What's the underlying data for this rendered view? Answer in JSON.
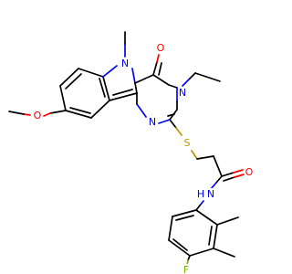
{
  "molecule": {
    "atom_labels": {
      "n_ring_indole": "N",
      "n_ring_ethyl": "N",
      "n_ring_bottom": "N",
      "n_amide": "N",
      "h_amide": "H",
      "o_carbonyl_top": "O",
      "o_methoxy": "O",
      "o_amide": "O",
      "s_thioether": "S",
      "f_fluoro": "F"
    },
    "colors": {
      "carbon": "#000000",
      "nitrogen": "#0000ff",
      "oxygen": "#ff0000",
      "sulfur": "#b89700",
      "fluorine": "#78b400"
    }
  }
}
